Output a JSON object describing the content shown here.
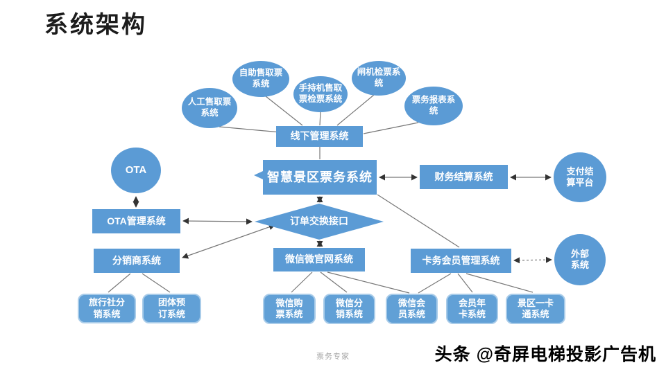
{
  "title": "系统架构",
  "footer": "票务专家",
  "watermark": "头条 @奇屏电梯投影广告机",
  "colors": {
    "node_blue": "#5B9BD5",
    "pill_border": "#A9CCE9",
    "line_gray": "#777777",
    "arrow_black": "#333333"
  },
  "nodes": {
    "manual_ticket": "人工售取票\n系统",
    "self_service": "自助售取票\n系统",
    "handheld": "手持机售取\n票检票系统",
    "gate_check": "闸机检票系\n统",
    "report": "票务报表系\n统",
    "offline_mgmt": "线下管理系统",
    "core": "智慧景区票务系统",
    "finance": "财务结算系统",
    "payment": "支付结\n算平台",
    "ota": "OTA",
    "ota_mgmt": "OTA管理系统",
    "distributor": "分销商系统",
    "order_exchange": "订单交换接口",
    "wechat_site": "微信微官网系统",
    "card_member": "卡务会员管理系统",
    "external": "外部\n系统",
    "travel_agency": "旅行社分\n销系统",
    "group_booking": "团体预\n订系统",
    "wechat_ticket": "微信购\n票系统",
    "wechat_dist": "微信分\n销系统",
    "wechat_member": "微信会\n员系统",
    "annual_card": "会员年\n卡系统",
    "one_card": "景区一卡\n通系统"
  }
}
